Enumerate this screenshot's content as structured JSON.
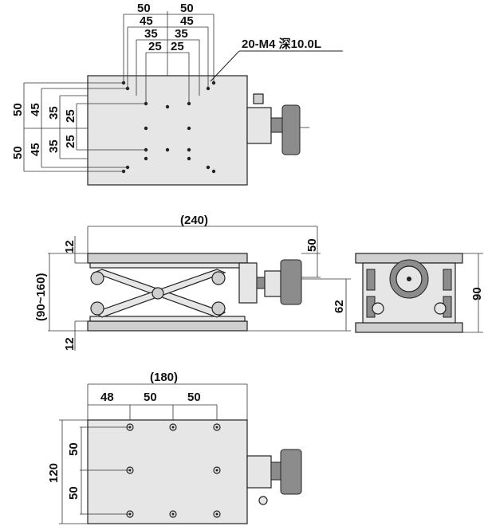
{
  "top_view": {
    "dims_h": [
      "50",
      "50",
      "45",
      "45",
      "35",
      "35",
      "25",
      "25"
    ],
    "dims_v": [
      "50",
      "45",
      "35",
      "25",
      "50",
      "45",
      "35",
      "25"
    ],
    "thread_note": "20-M4 深10.0L"
  },
  "side_view": {
    "length": "(240)",
    "top_plate": "12",
    "bottom_plate": "12",
    "height_range": "(90~160)",
    "knob_offset": "50",
    "knob_height": "62"
  },
  "end_view": {
    "height": "90"
  },
  "bottom_view": {
    "length": "(180)",
    "spacing": [
      "48",
      "50",
      "50"
    ],
    "width": "120",
    "v_spacing": [
      "50",
      "50"
    ]
  }
}
